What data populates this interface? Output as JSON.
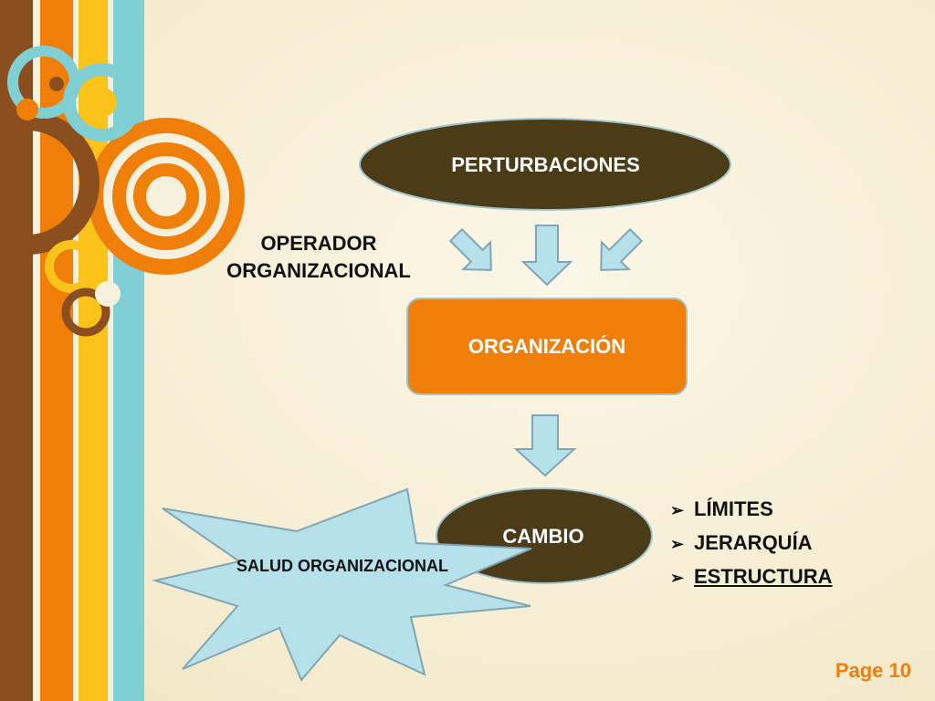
{
  "diagram": {
    "operator_label": "OPERADOR ORGANIZACIONAL",
    "nodes": {
      "perturbaciones": "PERTURBACIONES",
      "organizacion": "ORGANIZACIÓN",
      "cambio": "CAMBIO",
      "salud": "SALUD ORGANIZACIONAL"
    },
    "change_items": [
      {
        "label": "LÍMITES",
        "underlined": false
      },
      {
        "label": "JERARQUÍA",
        "underlined": false
      },
      {
        "label": "ESTRUCTURA",
        "underlined": true
      }
    ]
  },
  "footer": {
    "page": "Page 10"
  },
  "colors": {
    "dark_brown": "#4b3b17",
    "orange": "#f07f09",
    "light_blue": "#b6e0ea",
    "arrow_stroke": "#7fa6b4",
    "yellow": "#fbc21a",
    "teal": "#7fcfd4",
    "brown_stripe": "#8b4f1f"
  }
}
